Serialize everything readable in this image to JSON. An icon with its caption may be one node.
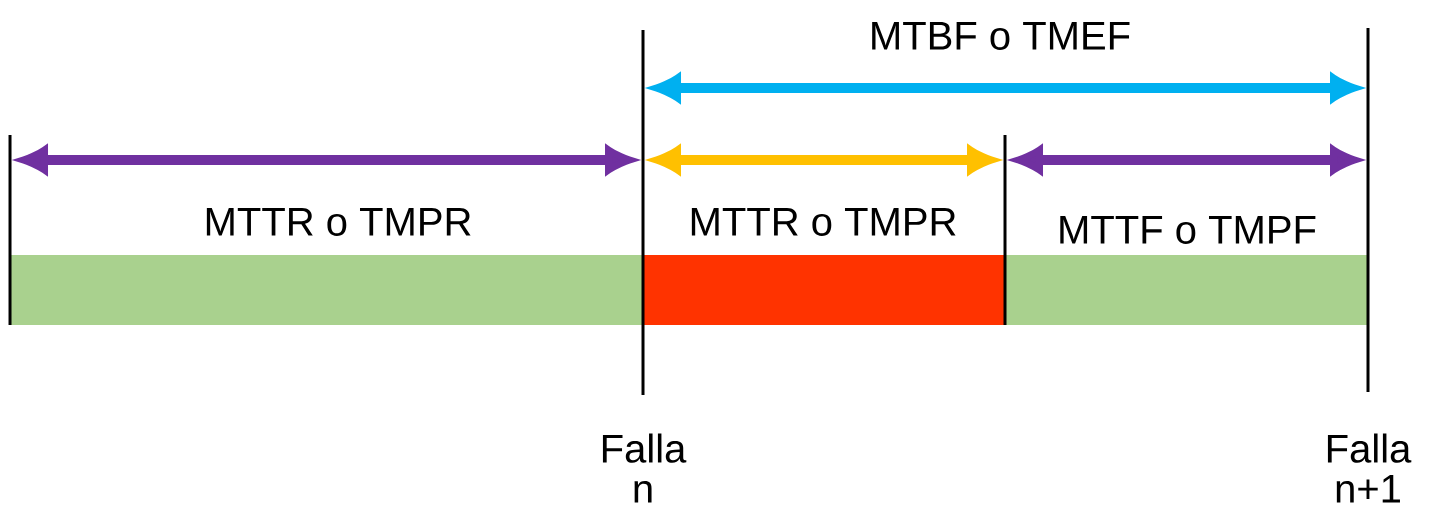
{
  "diagram": {
    "labels": [
      "MTBF o TMEF",
      "MTTR o TMPR",
      "MTTR o TMPR",
      "MTTF o TMPF",
      "Falla n",
      "Falla n+1"
    ]
  }
}
